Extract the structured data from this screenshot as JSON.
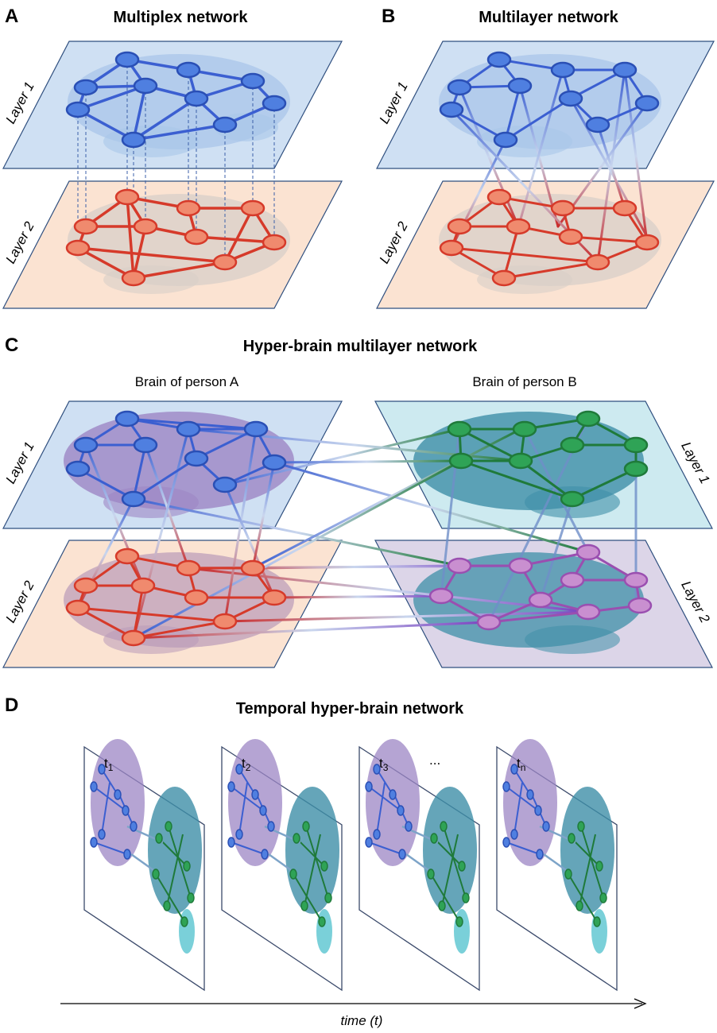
{
  "colors": {
    "blue_plane": "#cfe0f3",
    "orange_plane": "#fbe3d2",
    "cyan_plane": "#cdeaf0",
    "lavender_plane": "#dcd5e8",
    "blue_node": "#4f7fe0",
    "red_node": "#f08a6e",
    "green_node": "#2fa356",
    "purple_node": "#c98fd0",
    "brain_blue": "#a9c6ea",
    "brain_gray": "#d8cfc8",
    "brain_purple": "#9c86c4",
    "brain_teal": "#3f8fa8"
  },
  "panels": {
    "a": {
      "letter": "A",
      "title": "Multiplex network",
      "layer1": "Layer 1",
      "layer2": "Layer 2"
    },
    "b": {
      "letter": "B",
      "title": "Multilayer network",
      "layer1": "Layer 1",
      "layer2": "Layer 2"
    },
    "c": {
      "letter": "C",
      "title": "Hyper-brain multilayer network",
      "brain_a": "Brain of person A",
      "brain_b": "Brain of person B",
      "left_layer1": "Layer 1",
      "left_layer2": "Layer 2",
      "right_layer1": "Layer 1",
      "right_layer2": "Layer 2"
    },
    "d": {
      "letter": "D",
      "title": "Temporal hyper-brain network",
      "frames": [
        {
          "base": "t",
          "sub": "1"
        },
        {
          "base": "t",
          "sub": "2"
        },
        {
          "base": "t",
          "sub": "3"
        },
        {
          "base": "t",
          "sub": "n"
        }
      ],
      "ellipsis": "...",
      "axis_label": "time (t)"
    }
  }
}
